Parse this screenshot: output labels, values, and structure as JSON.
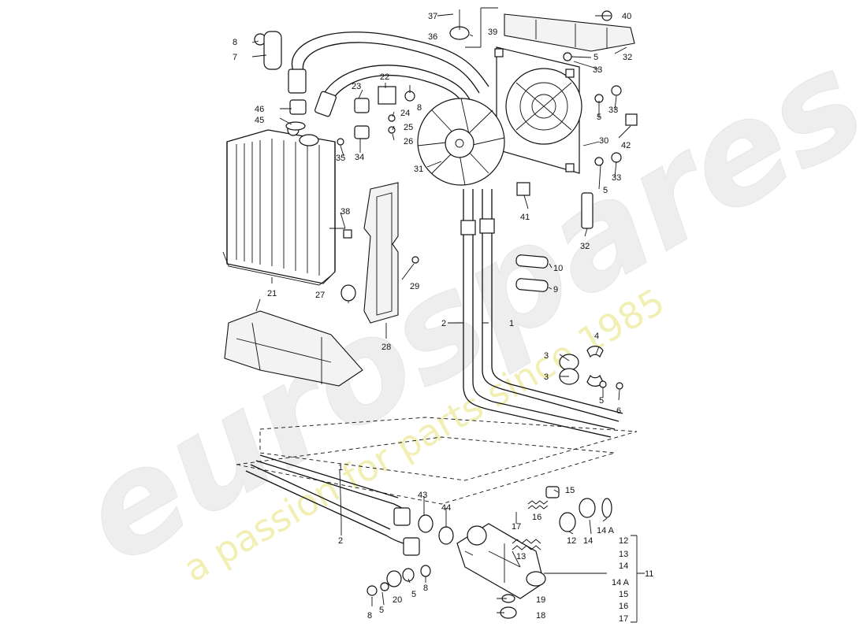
{
  "watermark": {
    "brand": "eurospares",
    "tagline": "a passion for parts since 1985"
  },
  "callouts": {
    "c1a": "1",
    "c1b": "1",
    "c2a": "2",
    "c2b": "2",
    "c3a": "3",
    "c3b": "3",
    "c4": "4",
    "c5a": "5",
    "c5b": "5",
    "c5c": "5",
    "c5d": "5",
    "c5e": "5",
    "c5f": "5",
    "c6": "6",
    "c7": "7",
    "c8a": "8",
    "c8b": "8",
    "c8c": "8",
    "c8d": "8",
    "c9": "9",
    "c10": "10",
    "c12": "12",
    "c13": "13",
    "c14": "14",
    "c14a": "14 A",
    "c15": "15",
    "c16": "16",
    "c17": "17",
    "c18": "18",
    "c19": "19",
    "c20": "20",
    "c21": "21",
    "c22": "22",
    "c23": "23",
    "c24": "24",
    "c25": "25",
    "c26": "26",
    "c27": "27",
    "c28": "28",
    "c29": "29",
    "c30": "30",
    "c31": "31",
    "c32a": "32",
    "c32b": "32",
    "c33a": "33",
    "c33b": "33",
    "c33c": "33",
    "c34": "34",
    "c35": "35",
    "c36": "36",
    "c37": "37",
    "c38": "38",
    "c39": "39",
    "c40": "40",
    "c41": "41",
    "c42": "42",
    "c43": "43",
    "c44": "44",
    "c45": "45",
    "c46": "46",
    "c11": "11",
    "list": [
      "12",
      "13",
      "14",
      "14 A",
      "15",
      "16",
      "17"
    ]
  }
}
